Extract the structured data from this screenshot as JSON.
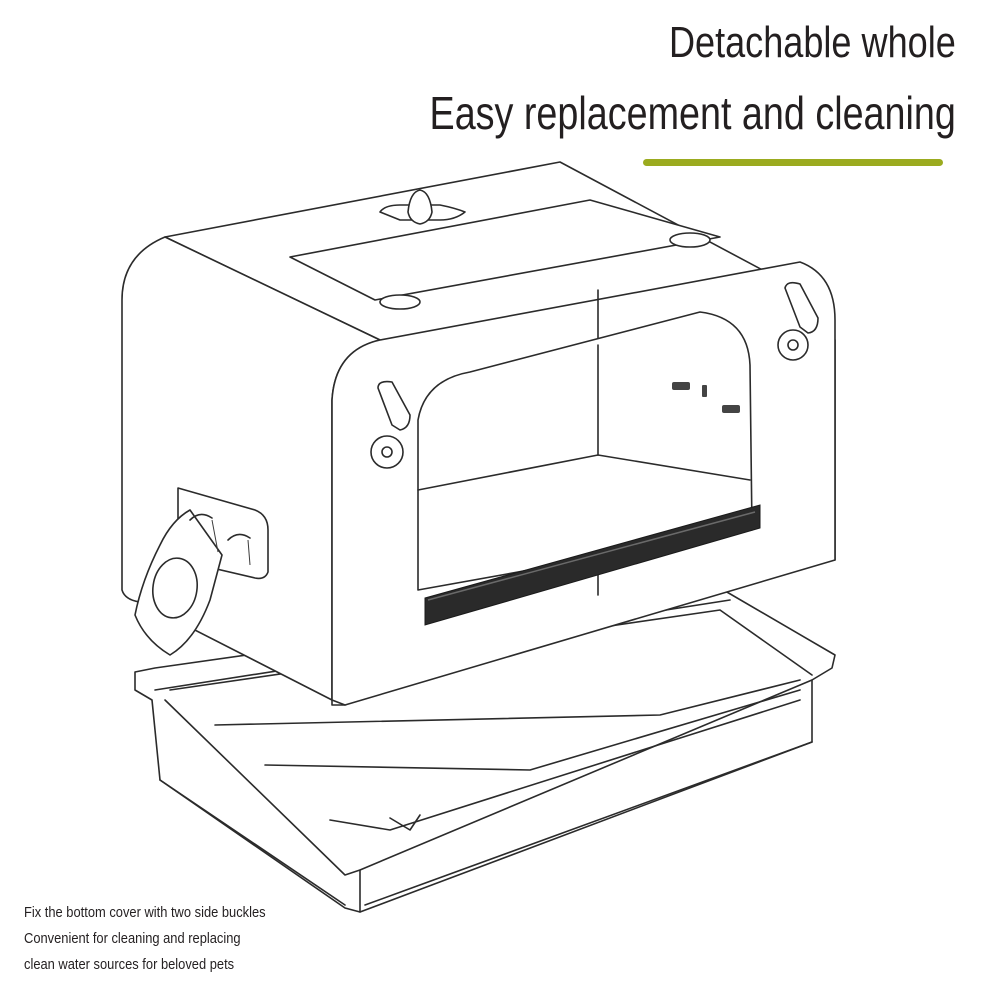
{
  "headline": {
    "line1": "Detachable whole",
    "line2": "Easy replacement and cleaning"
  },
  "accent_color": "#9bab1f",
  "caption": {
    "line1": "Fix the bottom cover with two side buckles",
    "line2": "Convenient for cleaning and replacing",
    "line3": "clean water sources for beloved pets"
  }
}
